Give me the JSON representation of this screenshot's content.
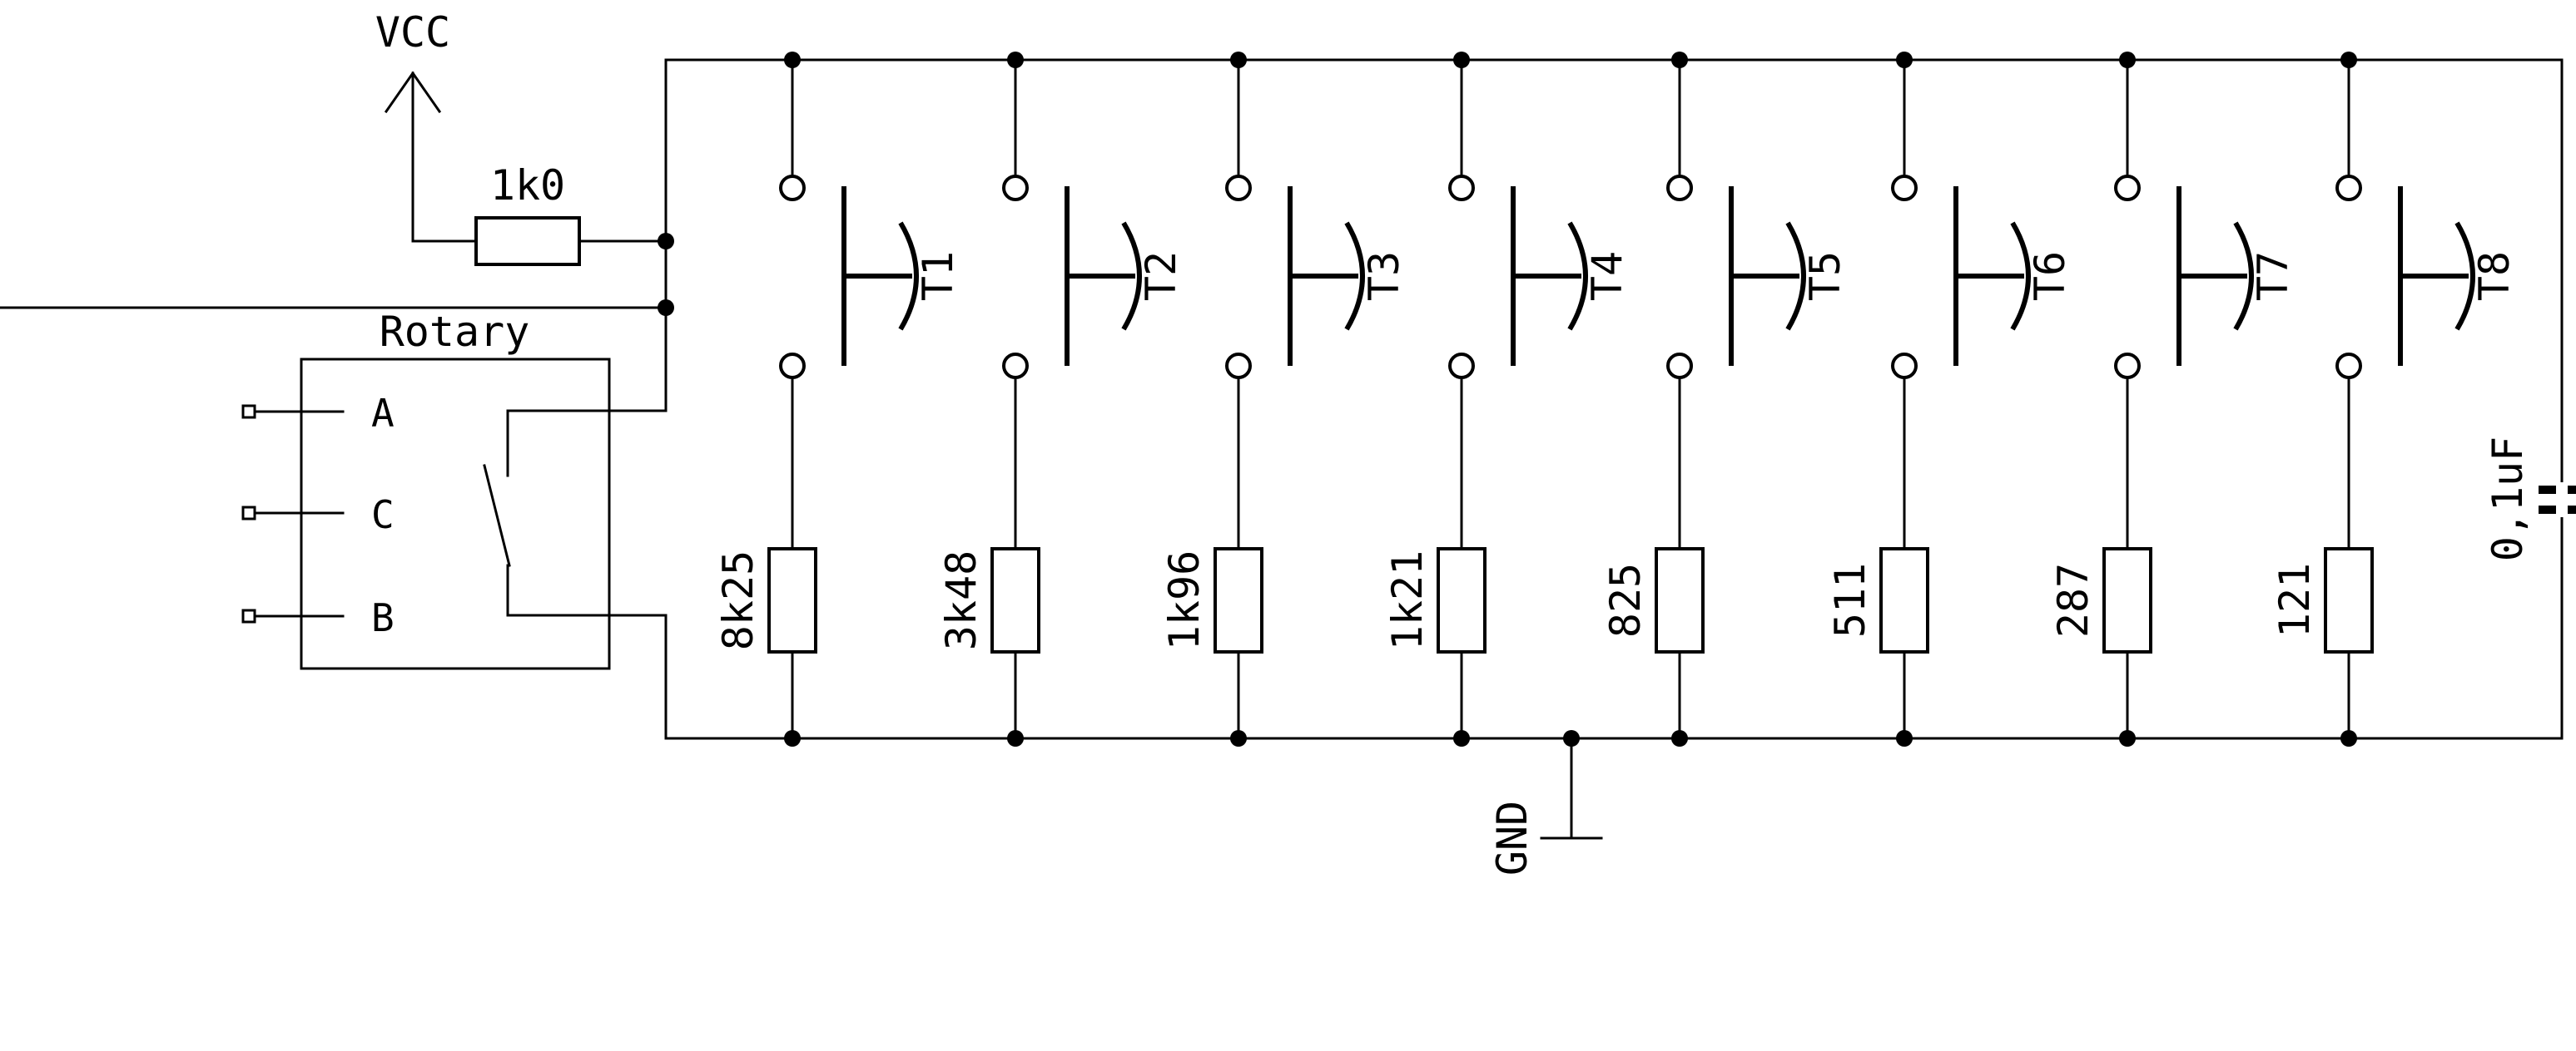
{
  "labels": {
    "vcc": "VCC",
    "gnd": "GND",
    "pullup": "1k0",
    "rotary_title": "Rotary",
    "pin_a": "A",
    "pin_c": "C",
    "pin_b": "B",
    "capacitor": "0,1uF"
  },
  "stages": [
    {
      "button": "T1",
      "resistor": "8k25"
    },
    {
      "button": "T2",
      "resistor": "3k48"
    },
    {
      "button": "T3",
      "resistor": "1k96"
    },
    {
      "button": "T4",
      "resistor": "1k21"
    },
    {
      "button": "T5",
      "resistor": "825"
    },
    {
      "button": "T6",
      "resistor": "511"
    },
    {
      "button": "T7",
      "resistor": "287"
    },
    {
      "button": "T8",
      "resistor": "121"
    }
  ]
}
